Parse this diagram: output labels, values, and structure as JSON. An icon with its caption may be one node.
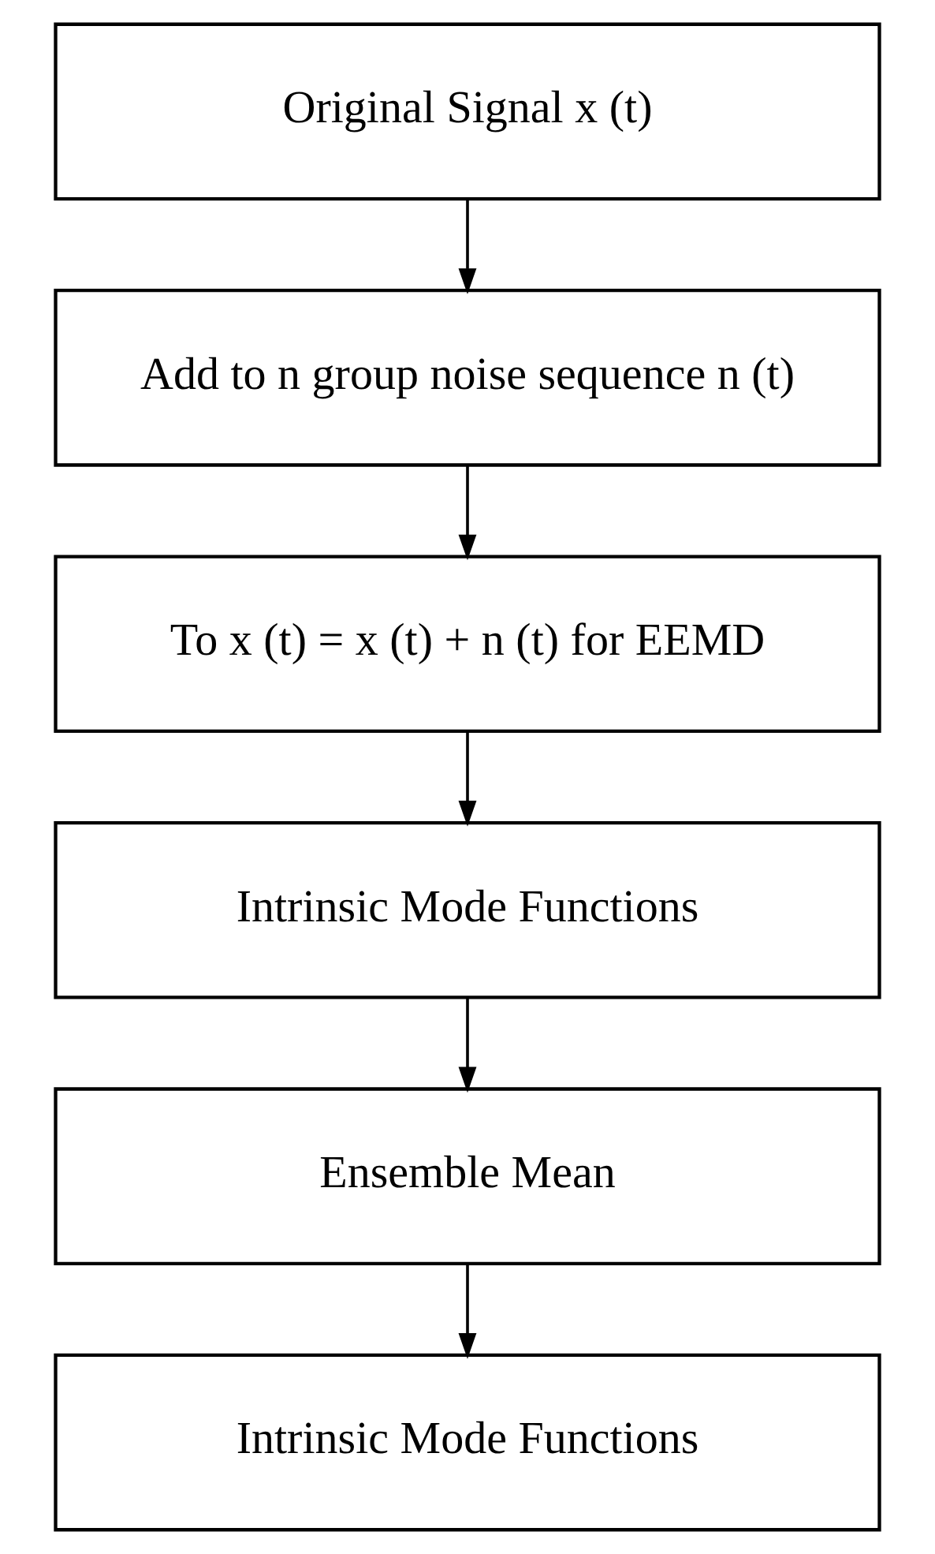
{
  "diagram": {
    "nodes": [
      {
        "text": [
          "Original Signal x (t)"
        ]
      },
      {
        "text": [
          "Add to n group noise sequence n (t)"
        ]
      },
      {
        "text": [
          "To x (t) = x (t) + n (t) for EEMD"
        ]
      },
      {
        "text": [
          "Intrinsic Mode Functions"
        ]
      },
      {
        "text": [
          "Ensemble Mean"
        ]
      },
      {
        "text": [
          "Intrinsic Mode Functions"
        ]
      }
    ],
    "edges": [
      {
        "from": 0,
        "to": 1,
        "arrow": "to"
      },
      {
        "from": 1,
        "to": 2,
        "arrow": "to"
      },
      {
        "from": 2,
        "to": 3,
        "arrow": "to"
      },
      {
        "from": 3,
        "to": 4,
        "arrow": "to"
      },
      {
        "from": 4,
        "to": 5,
        "arrow": "to"
      }
    ]
  }
}
